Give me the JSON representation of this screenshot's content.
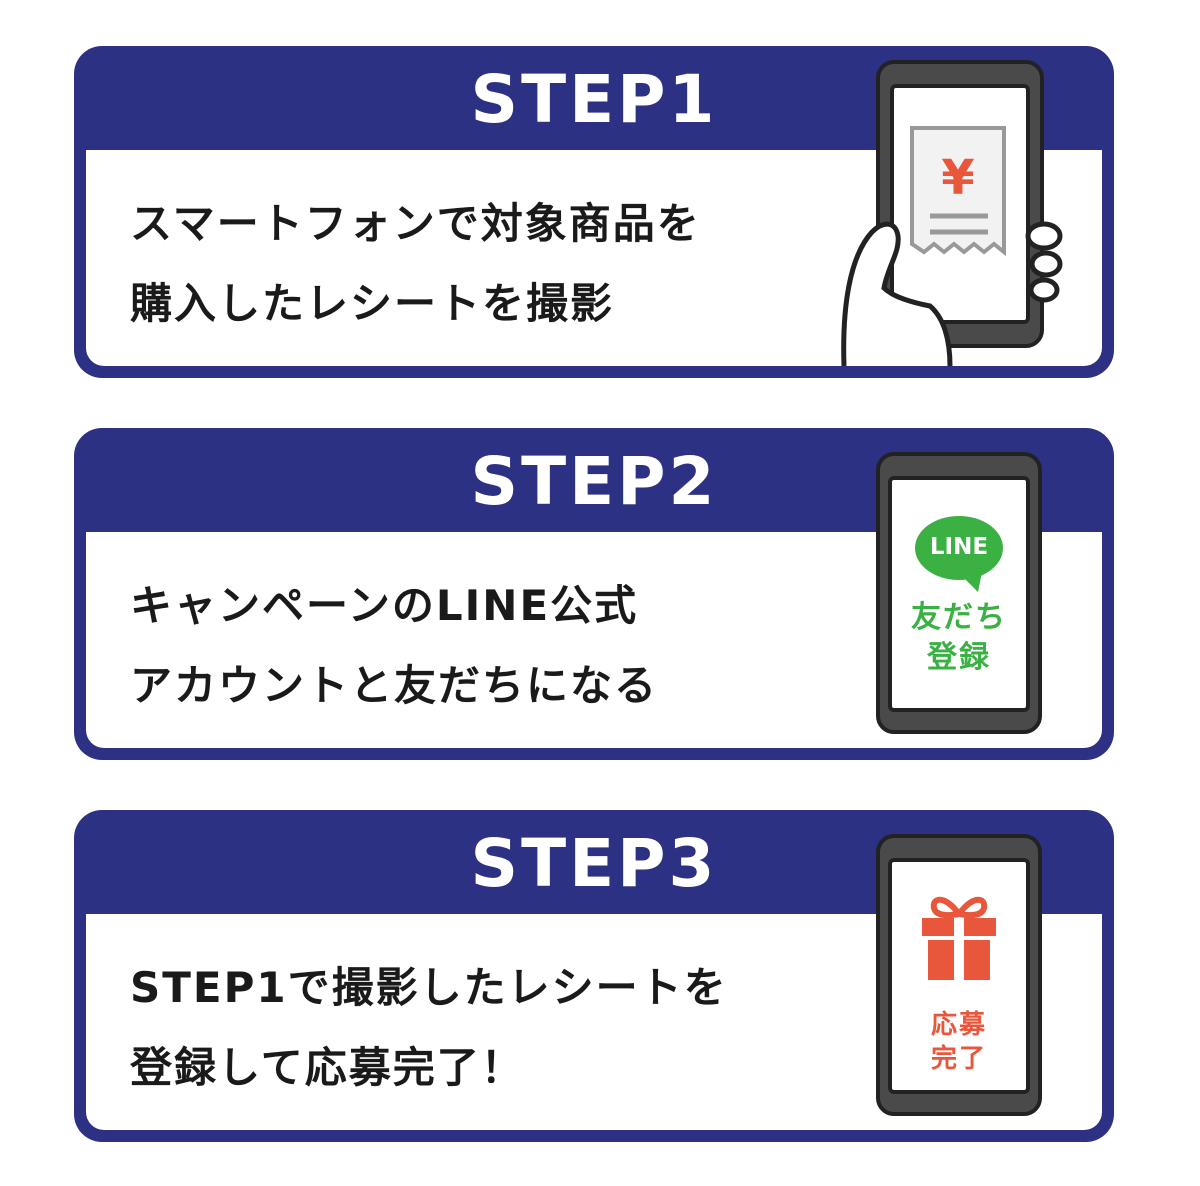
{
  "steps": [
    {
      "title": "STEP1",
      "line1": "スマートフォンで対象商品を",
      "line2": "購入したレシートを撮影",
      "illustration": {
        "icon": "phone-receipt-icon",
        "symbol": "¥",
        "accent": "#e8573c"
      }
    },
    {
      "title": "STEP2",
      "line1": "キャンペーンのLINE公式",
      "line2": "アカウントと友だちになる",
      "illustration": {
        "icon": "phone-line-icon",
        "badge": "LINE",
        "label_line1": "友だち",
        "label_line2": "登録",
        "accent": "#3bb143"
      }
    },
    {
      "title": "STEP3",
      "line1": "STEP1で撮影したレシートを",
      "line2": "登録して応募完了！",
      "illustration": {
        "icon": "phone-gift-icon",
        "label_line1": "応募",
        "label_line2": "完了",
        "accent": "#e8573c"
      }
    }
  ],
  "colors": {
    "navy": "#2d3184",
    "phone": "#4a4a4a",
    "screen_border": "#2b2b2b"
  }
}
